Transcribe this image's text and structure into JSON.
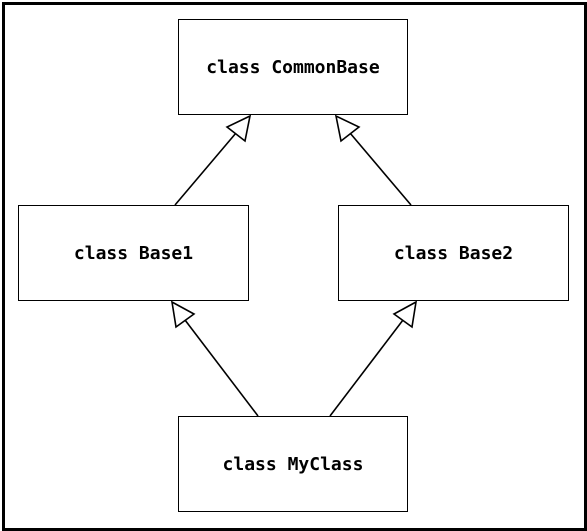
{
  "diagram": {
    "nodes": {
      "common_base": "class CommonBase",
      "base1": "class Base1",
      "base2": "class Base2",
      "my_class": "class MyClass"
    },
    "edges": [
      {
        "from": "base1",
        "to": "common_base",
        "type": "inheritance"
      },
      {
        "from": "base2",
        "to": "common_base",
        "type": "inheritance"
      },
      {
        "from": "my_class",
        "to": "base1",
        "type": "inheritance"
      },
      {
        "from": "my_class",
        "to": "base2",
        "type": "inheritance"
      }
    ],
    "colors": {
      "stroke": "#000000",
      "fill": "#ffffff"
    }
  }
}
